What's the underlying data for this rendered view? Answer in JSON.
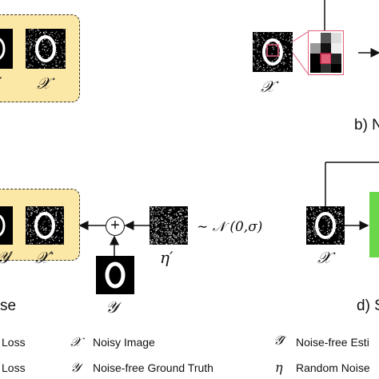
{
  "top_left": {
    "label_partial": "′",
    "label_x": "𝒳"
  },
  "top_right": {
    "label_x": "𝒳",
    "caption": "b) N"
  },
  "mid_left": {
    "label_y_prime": "𝒴′",
    "label_x_prime": "𝒳′",
    "plus_symbol": "+",
    "label_y": "𝒴",
    "label_eta_prime": "η′",
    "noise_dist": "∼ 𝒩 (0,σ)",
    "caption": "se"
  },
  "mid_right": {
    "label_x": "𝒳",
    "caption": "d) S"
  },
  "legend": {
    "items": [
      {
        "symbol": "",
        "text": "Loss"
      },
      {
        "symbol": "𝒳",
        "text": "Noisy Image"
      },
      {
        "symbol": "𝒴̂",
        "text": "Noise-free Esti"
      },
      {
        "symbol": "",
        "text": "Loss"
      },
      {
        "symbol": "𝒴",
        "text": "Noise-free Ground Truth"
      },
      {
        "symbol": "η",
        "text": "Random Noise"
      }
    ]
  },
  "colors": {
    "yellow_fill": "#fbe7a6",
    "green_block": "#6ad64a",
    "highlight": "#e0607a"
  }
}
